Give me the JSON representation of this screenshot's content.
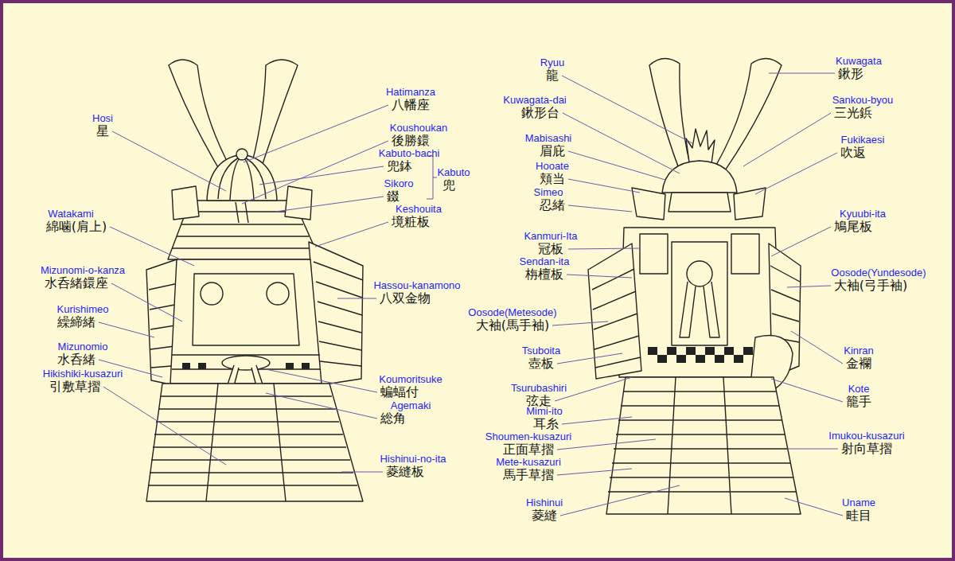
{
  "diagram": {
    "labels": [
      "Hatimanza",
      "八幡座",
      "Hosi",
      "星",
      "Koushoukan",
      "後勝鐶",
      "Kabuto-bachi",
      "兜鉢",
      "Kabuto",
      "兜",
      "Sikoro",
      "錣",
      "Keshouita",
      "境粧板",
      "Watakami",
      "綿噛(肩上)",
      "Mizunomi-o-kanza",
      "水呑緒鐶座",
      "Hassou-kanamono",
      "八双金物",
      "Kurishimeo",
      "繰締緒",
      "Mizunomio",
      "水呑緒",
      "Hikishiki-kusazuri",
      "引敷草摺",
      "Koumoritsuke",
      "蝙蝠付",
      "Agemaki",
      "総角",
      "Hishinui-no-ita",
      "菱縫板",
      "Ryuu",
      "龍",
      "Kuwagata",
      "鍬形",
      "Kuwagata-dai",
      "鍬形台",
      "Sankou-byou",
      "三光鋲",
      "Mabisashi",
      "眉庇",
      "Fukikaesi",
      "吹返",
      "Hooate",
      "頬当",
      "Simeo",
      "忍緒",
      "Kyuubi-ita",
      "鳩尾板",
      "Kanmuri-Ita",
      "冠板",
      "Sendan-ita",
      "栴檀板",
      "Oosode(Yundesode)",
      "大袖(弓手袖)",
      "Oosode(Metesode)",
      "大袖(馬手袖)",
      "Tsuboita",
      "壺板",
      "Kinran",
      "金襴",
      "Tsurubashiri",
      "弦走",
      "Kote",
      "籠手",
      "Mimi-ito",
      "耳糸",
      "Shoumen-kusazuri",
      "正面草摺",
      "Imukou-kusazuri",
      "射向草摺",
      "Mete-kusazuri",
      "馬手草摺",
      "Hishinui",
      "菱縫",
      "Uname",
      "畦目"
    ]
  }
}
